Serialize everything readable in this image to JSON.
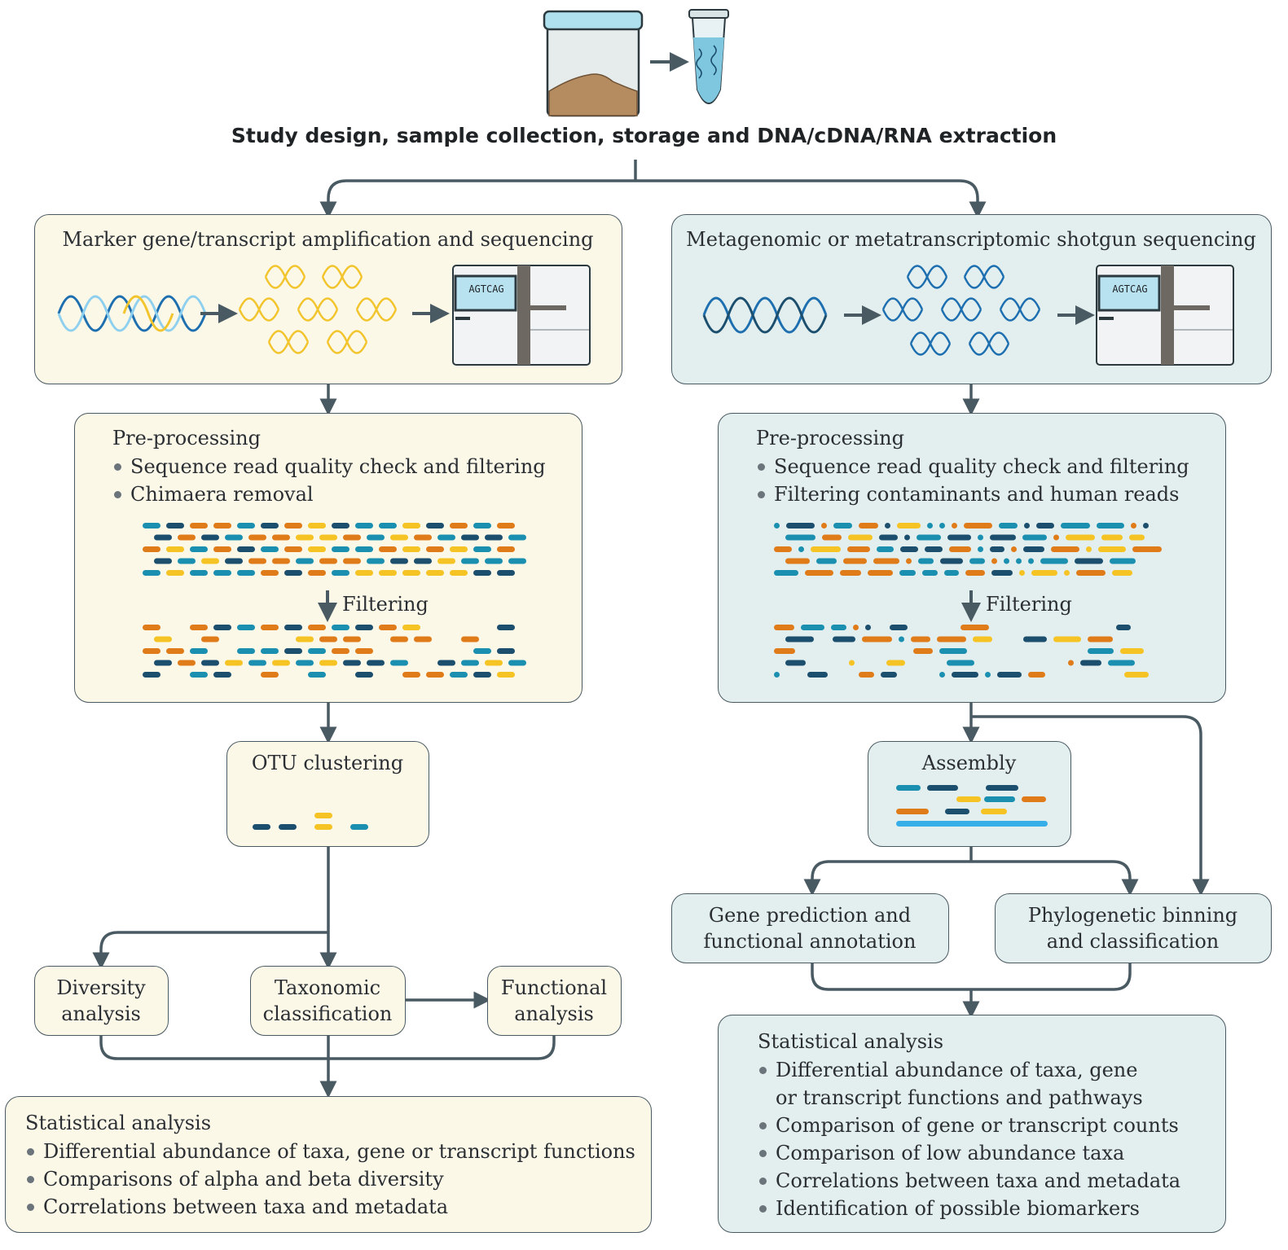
{
  "header": "Study design, sample collection, storage and DNA/cDNA/RNA extraction",
  "left": {
    "amplification_title": "Marker gene/transcript amplification and sequencing",
    "sequencer_text": "AGTCAG",
    "preprocessing": {
      "title": "Pre-processing",
      "items": [
        "Sequence read quality check and filtering",
        "Chimaera removal"
      ]
    },
    "filtering_label": "Filtering",
    "otu_title": "OTU clustering",
    "diversity": [
      "Diversity",
      "analysis"
    ],
    "taxonomic": [
      "Taxonomic",
      "classification"
    ],
    "functional": [
      "Functional",
      "analysis"
    ],
    "statistical": {
      "title": "Statistical analysis",
      "items": [
        "Differential abundance of taxa, gene or transcript functions",
        "Comparisons of alpha and beta diversity",
        "Correlations between taxa and metadata"
      ]
    }
  },
  "right": {
    "shotgun_title": "Metagenomic or metatranscriptomic shotgun sequencing",
    "sequencer_text": "AGTCAG",
    "preprocessing": {
      "title": "Pre-processing",
      "items": [
        "Sequence read quality check and filtering",
        "Filtering contaminants and human reads"
      ]
    },
    "filtering_label": "Filtering",
    "assembly_title": "Assembly",
    "gene_prediction": [
      "Gene prediction and",
      "functional annotation"
    ],
    "phylogenetic": [
      "Phylogenetic binning",
      "and classification"
    ],
    "statistical": {
      "title": "Statistical analysis",
      "items": [
        "Differential abundance of taxa, gene",
        "or transcript functions and pathways",
        "Comparison of gene or transcript counts",
        "Comparison of low abundance taxa",
        "Correlations between taxa and metadata",
        "Identification of possible biomarkers"
      ]
    }
  },
  "colors": {
    "left_fill": "#fbf8e8",
    "right_fill": "#e3efee",
    "read_orange": "#e07b1a",
    "read_teal": "#1b8fb0",
    "read_navy": "#1c4e6e",
    "read_yellow": "#f5c324",
    "dna_blue": "#1e6fb0",
    "dna_yellow": "#f2c42d"
  }
}
